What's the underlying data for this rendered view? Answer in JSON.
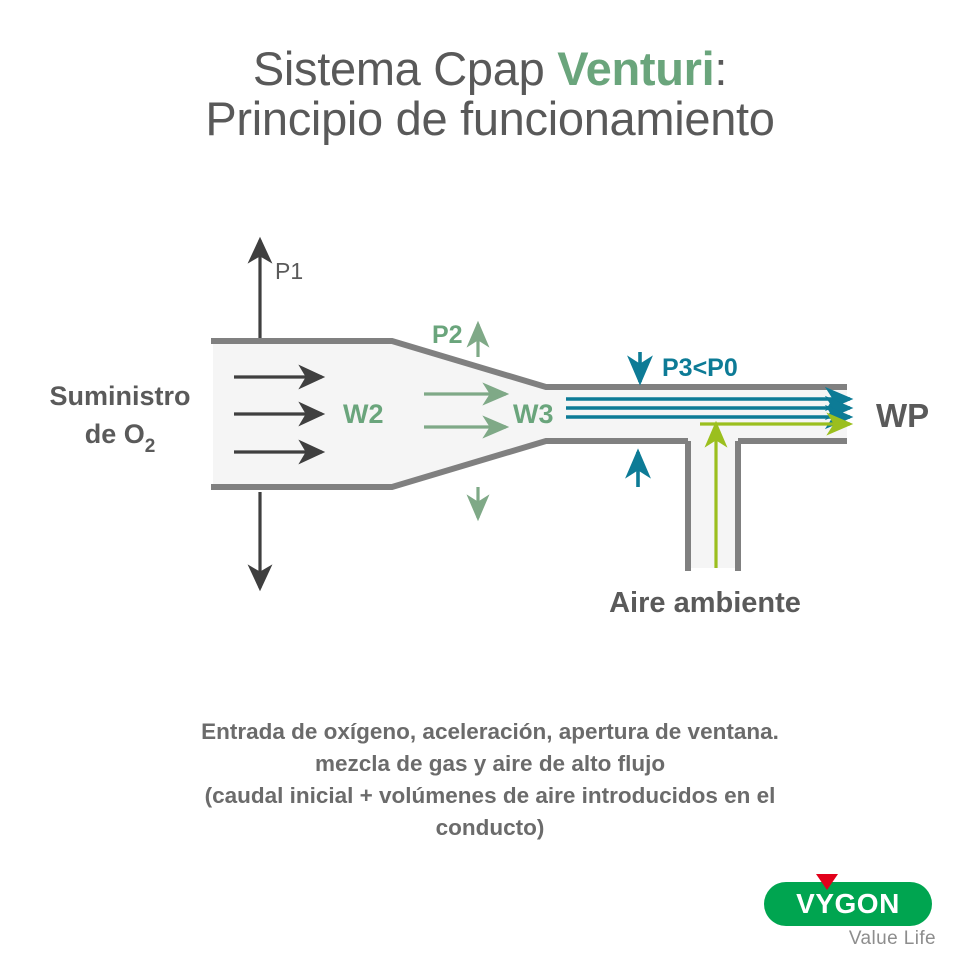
{
  "title": {
    "line1_prefix": "Sistema Cpap ",
    "line1_accent": "Venturi",
    "line1_suffix": ":",
    "line2": "Principio de funcionamiento",
    "accent_color": "#6aa57c",
    "text_color": "#595959"
  },
  "diagram": {
    "labels": {
      "supply_line1": "Suministro",
      "supply_line2_pre": "de O",
      "supply_line2_sub": "2",
      "p1": "P1",
      "p2": "P2",
      "w2": "W2",
      "w3": "W3",
      "p3": "P3<P0",
      "wp": "WP",
      "ambient_air": "Aire ambiente"
    },
    "colors": {
      "pipe_wall": "#808080",
      "pipe_fill": "#f5f5f5",
      "black_arrow": "#3f3f3f",
      "green_arrow": "#7fa987",
      "teal_arrow": "#0d7b96",
      "lime_arrow": "#9bbf1e",
      "label_dark": "#5a5a5a",
      "label_green": "#6aa57c",
      "label_teal": "#0d7b96"
    }
  },
  "caption": {
    "line1": "Entrada de oxígeno, aceleración, apertura de ventana.",
    "line2": "mezcla de gas y aire de alto flujo",
    "line3": "(caudal inicial + volúmenes de aire introducidos en el",
    "line4": "conducto)"
  },
  "logo": {
    "wordmark": "VYGON",
    "tagline": "Value Life",
    "pill_color": "#00A550",
    "triangle_color": "#E2001A"
  }
}
